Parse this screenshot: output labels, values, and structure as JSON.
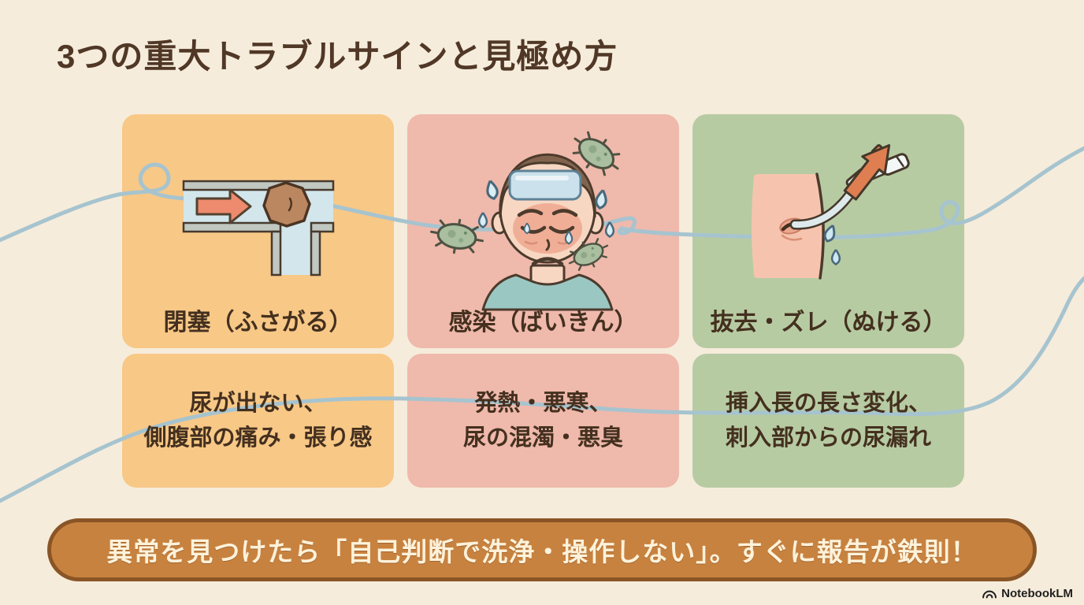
{
  "page": {
    "title": "3つの重大トラブルサインと見極め方",
    "background_color": "#f6ecdb",
    "title_color": "#503726",
    "text_color": "#44301f"
  },
  "cards": [
    {
      "id": "blockage",
      "label": "閉塞（ふさがる）",
      "description_line1": "尿が出ない、",
      "description_line2": "側腹部の痛み・張り感",
      "color": "#f8c887",
      "icon": "blocked-tube-icon"
    },
    {
      "id": "infection",
      "label": "感染（ばいきん）",
      "description_line1": "発熱・悪寒、",
      "description_line2": "尿の混濁・悪臭",
      "color": "#efb9ac",
      "icon": "fever-person-icon"
    },
    {
      "id": "dislodgement",
      "label": "抜去・ズレ（ぬける）",
      "description_line1": "挿入長の長さ変化、",
      "description_line2": "刺入部からの尿漏れ",
      "color": "#b7cba3",
      "icon": "catheter-pullout-icon"
    }
  ],
  "banner": {
    "text": "異常を見つけたら「自己判断で洗浄・操作しない」。すぐに報告が鉄則！",
    "background_color": "#c8823f",
    "border_color": "#8a5526",
    "text_color": "#fdf2da"
  },
  "watermark": {
    "label": "NotebookLM",
    "icon": "notebooklm-logo-icon"
  },
  "decor": {
    "tube_line_color": "#a6c4cf"
  }
}
